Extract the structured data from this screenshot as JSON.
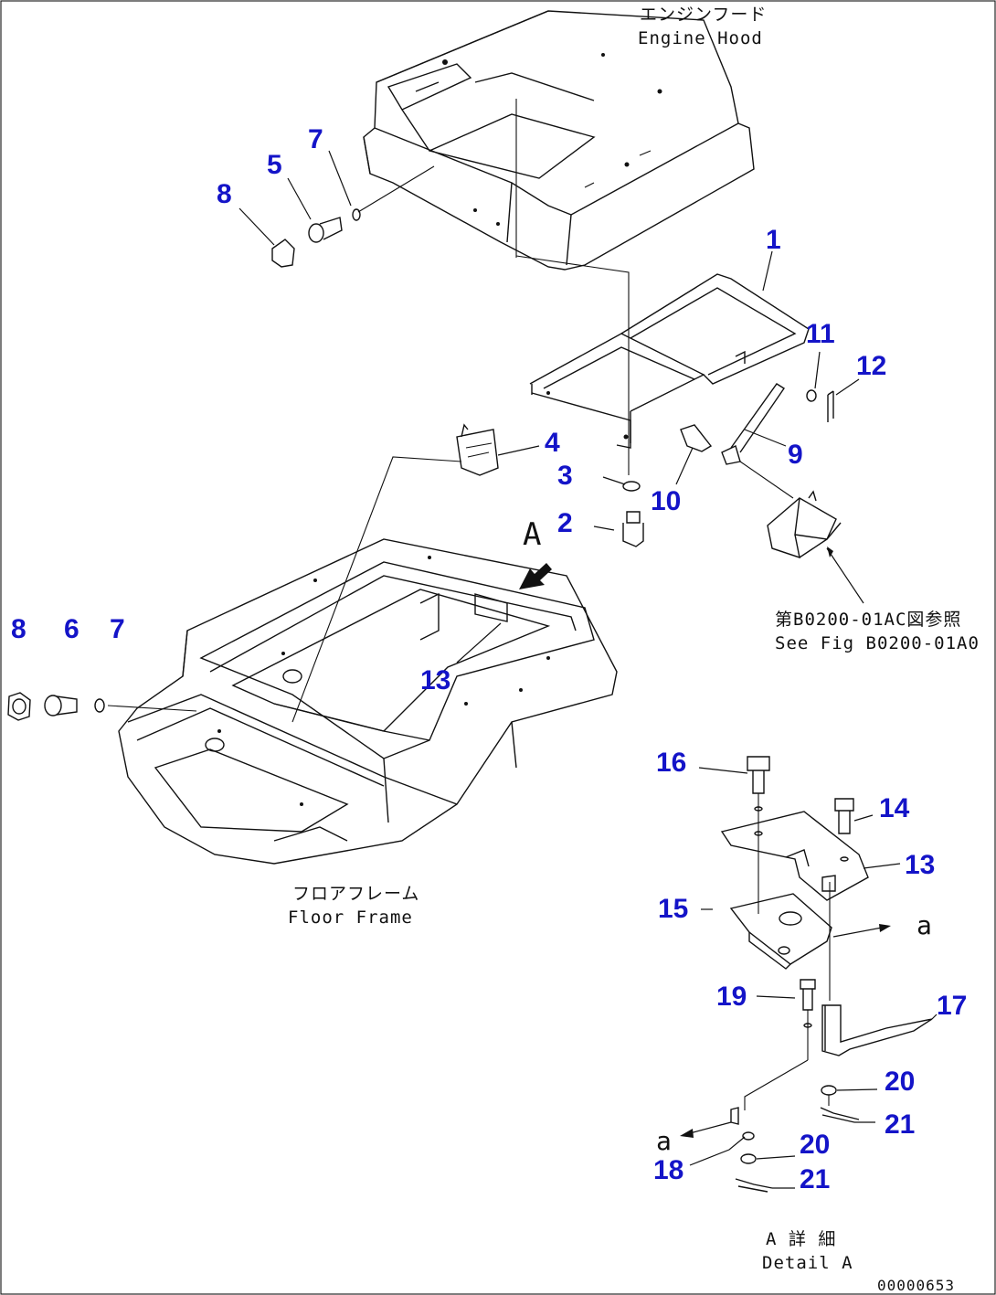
{
  "notes": {
    "engine_hood_jp": "エンジンフード",
    "engine_hood_en": "Engine Hood",
    "floor_frame_jp": "フロアフレーム",
    "floor_frame_en": "Floor Frame",
    "ref_jp": "第B0200-01AC図参照",
    "ref_en": "See Fig B0200-01A0",
    "view_marker": "A",
    "detail_jp": "A 詳 細",
    "detail_en": "Detail A",
    "detail_ref_a1": "a",
    "detail_ref_a2": "a",
    "drawing_number": "00000653"
  },
  "callouts": [
    {
      "id": "p1",
      "label": "1"
    },
    {
      "id": "p2",
      "label": "2"
    },
    {
      "id": "p3",
      "label": "3"
    },
    {
      "id": "p4",
      "label": "4"
    },
    {
      "id": "p5",
      "label": "5"
    },
    {
      "id": "p6",
      "label": "6"
    },
    {
      "id": "p7a",
      "label": "7"
    },
    {
      "id": "p7b",
      "label": "7"
    },
    {
      "id": "p8a",
      "label": "8"
    },
    {
      "id": "p8b",
      "label": "8"
    },
    {
      "id": "p9",
      "label": "9"
    },
    {
      "id": "p10",
      "label": "10"
    },
    {
      "id": "p11",
      "label": "11"
    },
    {
      "id": "p12",
      "label": "12"
    },
    {
      "id": "p13a",
      "label": "13"
    },
    {
      "id": "p13b",
      "label": "13"
    },
    {
      "id": "p14",
      "label": "14"
    },
    {
      "id": "p15",
      "label": "15"
    },
    {
      "id": "p16",
      "label": "16"
    },
    {
      "id": "p17",
      "label": "17"
    },
    {
      "id": "p18",
      "label": "18"
    },
    {
      "id": "p19",
      "label": "19"
    },
    {
      "id": "p20a",
      "label": "20"
    },
    {
      "id": "p20b",
      "label": "20"
    },
    {
      "id": "p21a",
      "label": "21"
    },
    {
      "id": "p21b",
      "label": "21"
    }
  ],
  "colors": {
    "callout": "#1414c8",
    "line": "#111111",
    "background": "#ffffff"
  }
}
